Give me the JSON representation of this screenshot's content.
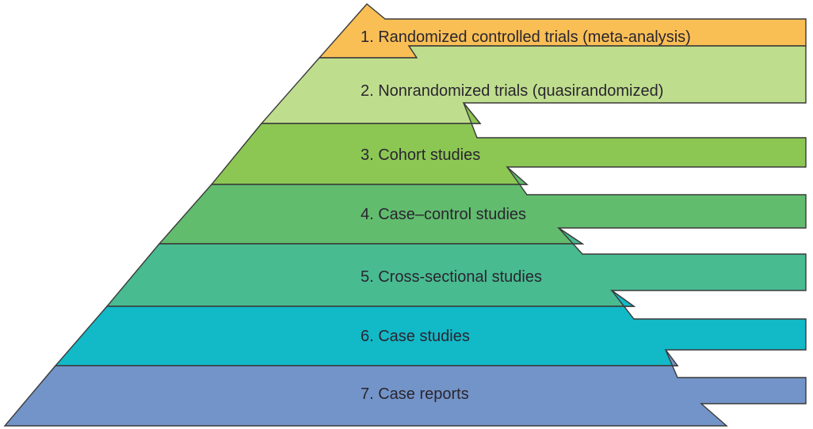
{
  "levels": [
    {
      "label": "1. Randomized controlled trials  (meta-analysis)",
      "color": "#F9BF55"
    },
    {
      "label": "2. Nonrandomized trials (quasirandomized)",
      "color": "#BFDE8D"
    },
    {
      "label": "3. Cohort studies",
      "color": "#8CC754"
    },
    {
      "label": "4. Case–control studies",
      "color": "#62BC6E"
    },
    {
      "label": "5. Cross-sectional studies",
      "color": "#48BB91"
    },
    {
      "label": "6. Case studies",
      "color": "#12B9C7"
    },
    {
      "label": "7. Case reports",
      "color": "#7394C8"
    }
  ]
}
